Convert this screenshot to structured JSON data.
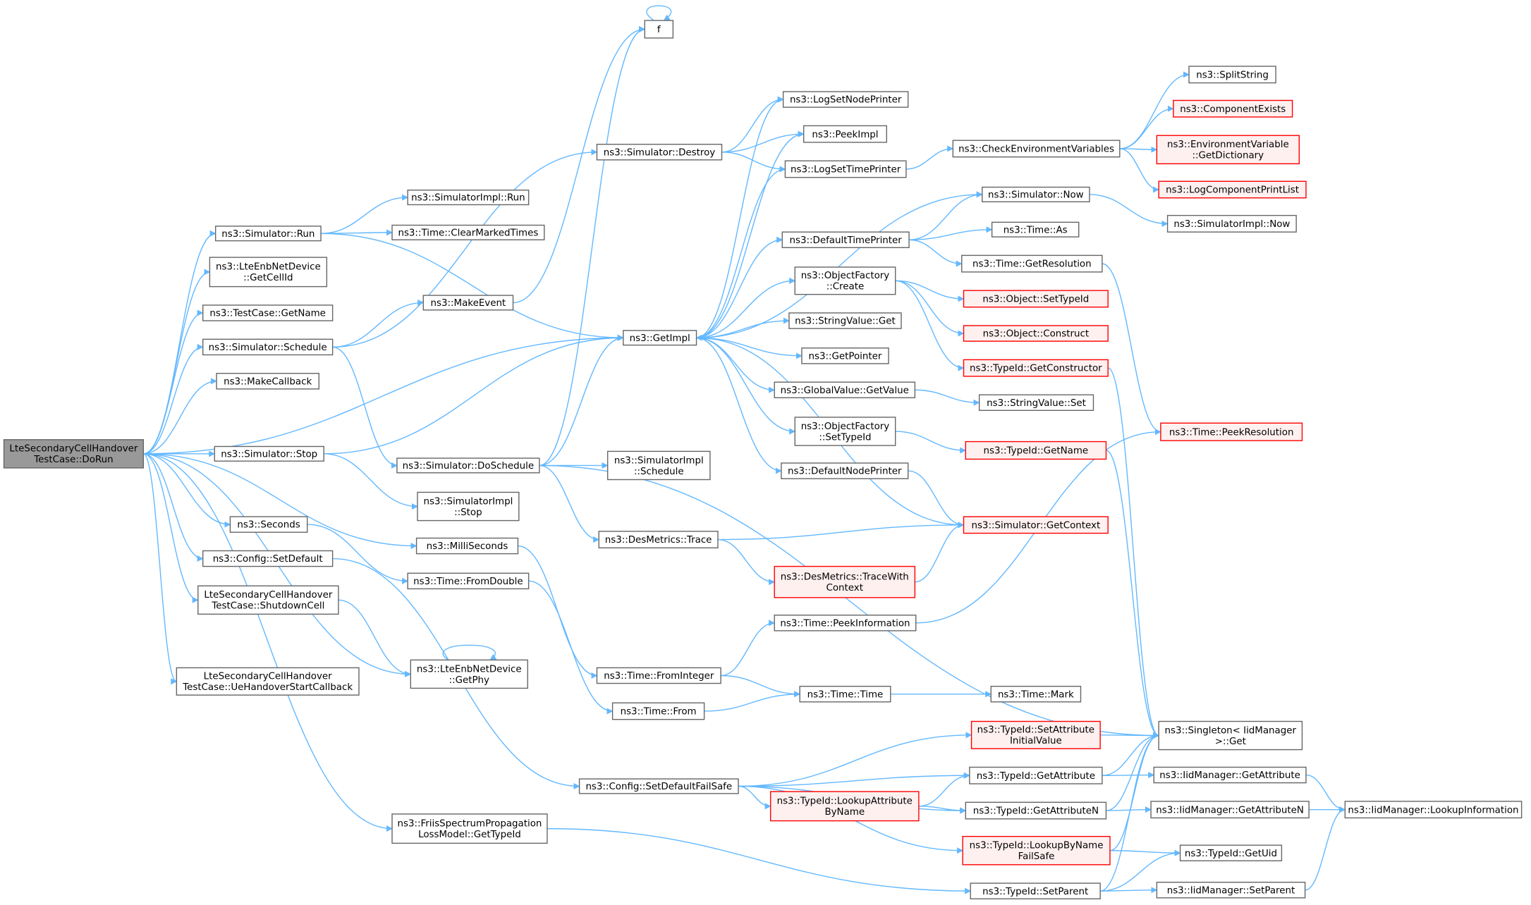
{
  "colors": {
    "edge": "#63b8ff",
    "node_border": "#666666",
    "red_border": "#ff0000",
    "red_fill": "#fff0f0",
    "root_fill": "#999999"
  },
  "nodes": {
    "root": [
      "LteSecondaryCellHandover",
      "TestCase::DoRun"
    ],
    "simRun": [
      "ns3::Simulator::Run"
    ],
    "enbGetCellId": [
      "ns3::LteEnbNetDevice",
      "::GetCellId"
    ],
    "tcGetName": [
      "ns3::TestCase::GetName"
    ],
    "simSchedule": [
      "ns3::Simulator::Schedule"
    ],
    "makeCallback": [
      "ns3::MakeCallback"
    ],
    "simStop": [
      "ns3::Simulator::Stop"
    ],
    "seconds": [
      "ns3::Seconds"
    ],
    "cfgSetDefault": [
      "ns3::Config::SetDefault"
    ],
    "shutdownCell": [
      "LteSecondaryCellHandover",
      "TestCase::ShutdownCell"
    ],
    "ueHoStart": [
      "LteSecondaryCellHandover",
      "TestCase::UeHandoverStartCallback"
    ],
    "friisGetTypeId": [
      "ns3::FriisSpectrumPropagation",
      "LossModel::GetTypeId"
    ],
    "simImplRun": [
      "ns3::SimulatorImpl::Run"
    ],
    "clearMarked": [
      "ns3::Time::ClearMarkedTimes"
    ],
    "makeEvent": [
      "ns3::MakeEvent"
    ],
    "doSchedule": [
      "ns3::Simulator::DoSchedule"
    ],
    "simImplStop": [
      "ns3::SimulatorImpl",
      "::Stop"
    ],
    "milliSeconds": [
      "ns3::MilliSeconds"
    ],
    "fromDouble": [
      "ns3::Time::FromDouble"
    ],
    "getPhy": [
      "ns3::LteEnbNetDevice",
      "::GetPhy"
    ],
    "f": [
      "f"
    ],
    "simDestroy": [
      "ns3::Simulator::Destroy"
    ],
    "getImpl": [
      "ns3::GetImpl"
    ],
    "simImplSchedule": [
      "ns3::SimulatorImpl",
      "::Schedule"
    ],
    "desTrace": [
      "ns3::DesMetrics::Trace"
    ],
    "fromInteger": [
      "ns3::Time::FromInteger"
    ],
    "timeFrom": [
      "ns3::Time::From"
    ],
    "setDefFailSafe": [
      "ns3::Config::SetDefaultFailSafe"
    ],
    "logSetNode": [
      "ns3::LogSetNodePrinter"
    ],
    "peekImpl": [
      "ns3::PeekImpl"
    ],
    "logSetTime": [
      "ns3::LogSetTimePrinter"
    ],
    "defTimePrinter": [
      "ns3::DefaultTimePrinter"
    ],
    "objFacCreate": [
      "ns3::ObjectFactory",
      "::Create"
    ],
    "strValGet": [
      "ns3::StringValue::Get"
    ],
    "getPointer": [
      "ns3::GetPointer"
    ],
    "gvGetValue": [
      "ns3::GlobalValue::GetValue"
    ],
    "objFacSetTypeId": [
      "ns3::ObjectFactory",
      "::SetTypeId"
    ],
    "defNodePrinter": [
      "ns3::DefaultNodePrinter"
    ],
    "traceWith": [
      "ns3::DesMetrics::TraceWith",
      "Context"
    ],
    "peekInfo": [
      "ns3::Time::PeekInformation"
    ],
    "timeTime": [
      "ns3::Time::Time"
    ],
    "lookupAttrByName": [
      "ns3::TypeId::LookupAttribute",
      "ByName"
    ],
    "checkEnv": [
      "ns3::CheckEnvironmentVariables"
    ],
    "simNow": [
      "ns3::Simulator::Now"
    ],
    "timeAs": [
      "ns3::Time::As"
    ],
    "getResolution": [
      "ns3::Time::GetResolution"
    ],
    "objSetTypeId": [
      "ns3::Object::SetTypeId"
    ],
    "objConstruct": [
      "ns3::Object::Construct"
    ],
    "getConstructor": [
      "ns3::TypeId::GetConstructor"
    ],
    "strValSet": [
      "ns3::StringValue::Set"
    ],
    "typeIdGetName": [
      "ns3::TypeId::GetName"
    ],
    "getContext": [
      "ns3::Simulator::GetContext"
    ],
    "timeMark": [
      "ns3::Time::Mark"
    ],
    "setAttrInit": [
      "ns3::TypeId::SetAttribute",
      "InitialValue"
    ],
    "tidGetAttr": [
      "ns3::TypeId::GetAttribute"
    ],
    "tidGetAttrN": [
      "ns3::TypeId::GetAttributeN"
    ],
    "lookupByNameFS": [
      "ns3::TypeId::LookupByName",
      "FailSafe"
    ],
    "tidSetParent": [
      "ns3::TypeId::SetParent"
    ],
    "splitString": [
      "ns3::SplitString"
    ],
    "compExists": [
      "ns3::ComponentExists"
    ],
    "envGetDict": [
      "ns3::EnvironmentVariable",
      "::GetDictionary"
    ],
    "logCompPrint": [
      "ns3::LogComponentPrintList"
    ],
    "simImplNow": [
      "ns3::SimulatorImpl::Now"
    ],
    "peekResolution": [
      "ns3::Time::PeekResolution"
    ],
    "singletonGet": [
      "ns3::Singleton< IidManager",
      ">::Get"
    ],
    "iidGetAttr": [
      "ns3::IidManager::GetAttribute"
    ],
    "iidGetAttrN": [
      "ns3::IidManager::GetAttributeN"
    ],
    "tidGetUid": [
      "ns3::TypeId::GetUid"
    ],
    "iidSetParent": [
      "ns3::IidManager::SetParent"
    ],
    "iidLookupInfo": [
      "ns3::IidManager::LookupInformation"
    ]
  },
  "edges": [
    [
      "root",
      "simRun"
    ],
    [
      "root",
      "enbGetCellId"
    ],
    [
      "root",
      "tcGetName"
    ],
    [
      "root",
      "simSchedule"
    ],
    [
      "root",
      "makeCallback"
    ],
    [
      "root",
      "getImpl"
    ],
    [
      "root",
      "simStop"
    ],
    [
      "root",
      "milliSeconds"
    ],
    [
      "root",
      "seconds"
    ],
    [
      "root",
      "cfgSetDefault"
    ],
    [
      "root",
      "shutdownCell"
    ],
    [
      "root",
      "ueHoStart"
    ],
    [
      "root",
      "getPhy"
    ],
    [
      "root",
      "friisGetTypeId"
    ],
    [
      "simRun",
      "simImplRun"
    ],
    [
      "simRun",
      "clearMarked"
    ],
    [
      "simRun",
      "getImpl"
    ],
    [
      "simSchedule",
      "makeEvent"
    ],
    [
      "simSchedule",
      "doSchedule"
    ],
    [
      "simSchedule",
      "simDestroy"
    ],
    [
      "simStop",
      "simImplStop"
    ],
    [
      "simStop",
      "getImpl"
    ],
    [
      "seconds",
      "fromDouble"
    ],
    [
      "milliSeconds",
      "fromInteger"
    ],
    [
      "cfgSetDefault",
      "setDefFailSafe"
    ],
    [
      "shutdownCell",
      "getPhy"
    ],
    [
      "getPhy",
      "getPhy"
    ],
    [
      "friisGetTypeId",
      "tidSetParent"
    ],
    [
      "makeEvent",
      "f"
    ],
    [
      "f",
      "f"
    ],
    [
      "doSchedule",
      "f"
    ],
    [
      "doSchedule",
      "getImpl"
    ],
    [
      "doSchedule",
      "simImplSchedule"
    ],
    [
      "doSchedule",
      "desTrace"
    ],
    [
      "doSchedule",
      "singletonGet"
    ],
    [
      "fromDouble",
      "timeFrom"
    ],
    [
      "simDestroy",
      "logSetNode"
    ],
    [
      "simDestroy",
      "peekImpl"
    ],
    [
      "simDestroy",
      "logSetTime"
    ],
    [
      "getImpl",
      "logSetNode"
    ],
    [
      "getImpl",
      "peekImpl"
    ],
    [
      "getImpl",
      "logSetTime"
    ],
    [
      "getImpl",
      "defTimePrinter"
    ],
    [
      "getImpl",
      "objFacCreate"
    ],
    [
      "getImpl",
      "strValGet"
    ],
    [
      "getImpl",
      "getPointer"
    ],
    [
      "getImpl",
      "gvGetValue"
    ],
    [
      "getImpl",
      "objFacSetTypeId"
    ],
    [
      "getImpl",
      "defNodePrinter"
    ],
    [
      "getImpl",
      "simNow"
    ],
    [
      "desTrace",
      "getContext"
    ],
    [
      "desTrace",
      "traceWith"
    ],
    [
      "fromInteger",
      "peekInfo"
    ],
    [
      "fromInteger",
      "timeTime"
    ],
    [
      "timeFrom",
      "timeTime"
    ],
    [
      "setDefFailSafe",
      "setAttrInit"
    ],
    [
      "setDefFailSafe",
      "tidGetAttr"
    ],
    [
      "setDefFailSafe",
      "lookupAttrByName"
    ],
    [
      "setDefFailSafe",
      "tidGetAttrN"
    ],
    [
      "setDefFailSafe",
      "lookupByNameFS"
    ],
    [
      "logSetTime",
      "checkEnv"
    ],
    [
      "defTimePrinter",
      "simNow"
    ],
    [
      "defTimePrinter",
      "timeAs"
    ],
    [
      "defTimePrinter",
      "getResolution"
    ],
    [
      "objFacCreate",
      "objSetTypeId"
    ],
    [
      "objFacCreate",
      "objConstruct"
    ],
    [
      "objFacCreate",
      "getConstructor"
    ],
    [
      "gvGetValue",
      "strValSet"
    ],
    [
      "objFacSetTypeId",
      "typeIdGetName"
    ],
    [
      "defNodePrinter",
      "getContext"
    ],
    [
      "traceWith",
      "getContext"
    ],
    [
      "peekInfo",
      "peekResolution"
    ],
    [
      "timeTime",
      "timeMark"
    ],
    [
      "lookupAttrByName",
      "tidGetAttrN"
    ],
    [
      "lookupAttrByName",
      "tidGetAttr"
    ],
    [
      "checkEnv",
      "splitString"
    ],
    [
      "checkEnv",
      "compExists"
    ],
    [
      "checkEnv",
      "envGetDict"
    ],
    [
      "checkEnv",
      "logCompPrint"
    ],
    [
      "simNow",
      "simImplNow"
    ],
    [
      "getResolution",
      "peekResolution"
    ],
    [
      "getConstructor",
      "singletonGet"
    ],
    [
      "typeIdGetName",
      "singletonGet"
    ],
    [
      "getContext",
      "getImpl"
    ],
    [
      "setAttrInit",
      "singletonGet"
    ],
    [
      "tidGetAttr",
      "singletonGet"
    ],
    [
      "tidGetAttr",
      "iidGetAttr"
    ],
    [
      "tidGetAttrN",
      "singletonGet"
    ],
    [
      "tidGetAttrN",
      "iidGetAttrN"
    ],
    [
      "lookupByNameFS",
      "singletonGet"
    ],
    [
      "lookupByNameFS",
      "tidGetUid"
    ],
    [
      "tidSetParent",
      "singletonGet"
    ],
    [
      "tidSetParent",
      "tidGetUid"
    ],
    [
      "tidSetParent",
      "iidSetParent"
    ],
    [
      "iidGetAttr",
      "iidLookupInfo"
    ],
    [
      "iidGetAttrN",
      "iidLookupInfo"
    ],
    [
      "iidSetParent",
      "iidLookupInfo"
    ]
  ]
}
